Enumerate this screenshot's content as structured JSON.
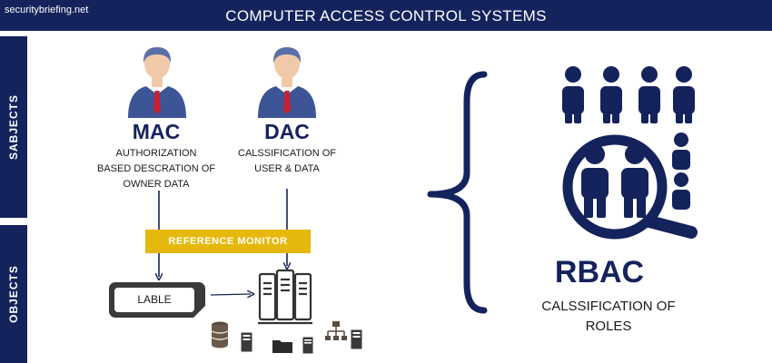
{
  "header": {
    "site": "securitybriefing.net",
    "title": "COMPUTER ACCESS CONTROL SYSTEMS"
  },
  "side": {
    "subjects": "SABJECTS",
    "objects": "OBJECTS"
  },
  "mac": {
    "acronym": "MAC",
    "lines": [
      "AUTHORIZATION",
      "BASED DESCRATION OF",
      "OWNER DATA"
    ]
  },
  "dac": {
    "acronym": "DAC",
    "lines": [
      "CALSSIFICATION OF",
      "USER & DATA"
    ]
  },
  "reference_monitor": "REFERENCE MONITOR",
  "label_box": "LABLE",
  "rbac": {
    "acronym": "RBAC",
    "lines": [
      "CALSSIFICATION OF",
      "ROLES"
    ]
  },
  "colors": {
    "navy": "#14235c",
    "gold": "#e5b80b",
    "tie": "#c8202f",
    "skin": "#f2c9a8",
    "hair": "#5a6fa8",
    "suit": "#3d5596"
  },
  "icons": [
    "person-icon",
    "reference-monitor-bar",
    "label-tag-icon",
    "server-rack-icon",
    "database-icon",
    "folder-icon",
    "network-icon",
    "people-group-icon",
    "magnifier-icon",
    "curly-brace-icon"
  ]
}
